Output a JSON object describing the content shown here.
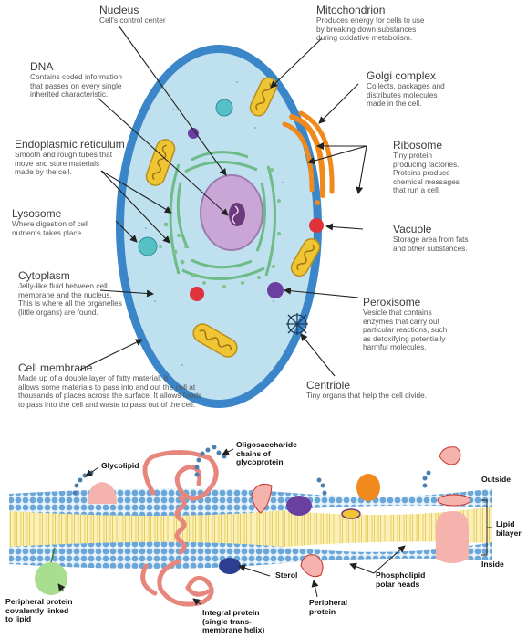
{
  "cell": {
    "nucleus": {
      "title": "Nucleus",
      "desc": "Cell's control center"
    },
    "mitochondrion": {
      "title": "Mitochondrion",
      "desc": "Produces energy for cells to use\nby breaking down substances\nduring oxidative metabolism."
    },
    "dna": {
      "title": "DNA",
      "desc": "Contains coded information\nthat passes on every single\ninherited characteristic."
    },
    "golgi": {
      "title": "Golgi complex",
      "desc": "Collects, packages and\ndistributes molecules\nmade in the cell."
    },
    "er": {
      "title": "Endoplasmic reticulum",
      "desc": "Smooth and rough tubes that\nmove and store materials\nmade by the cell."
    },
    "ribosome": {
      "title": "Ribosome",
      "desc": "Tiny protein\nproducing factories.\nProteins produce\nchemical messages\nthat run a cell."
    },
    "lysosome": {
      "title": "Lysosome",
      "desc": "Where digestion of cell\nnutrients takes place."
    },
    "vacuole": {
      "title": "Vacuole",
      "desc": "Storage area from fats\nand other substances."
    },
    "cytoplasm": {
      "title": "Cytoplasm",
      "desc": "Jelly-like fluid between cell\nmembrane and the nucleus.\nThis is where all the organelles\n(little organs) are found."
    },
    "peroxisome": {
      "title": "Peroxisome",
      "desc": "Vesicle that contains\nenzymes that carry out\nparticular reactions, such\nas detoxifying potentially\nharmful molecules."
    },
    "membrane": {
      "title": "Cell membrane",
      "desc": "Made up of a double layer of fatty material. It\nallows some materials to pass into and out the cell at\nthousands of places across the surface. It allows foods\nto pass into the cell and waste to pass out of the cell."
    },
    "centriole": {
      "title": "Centriole",
      "desc": "Tiny organs that help the cell divide."
    }
  },
  "bilayer": {
    "glycolipid": "Glycolipid",
    "oligosaccharide": "Oligosaccharide\nchains of\nglycoprotein",
    "outside": "Outside",
    "lipid_bilayer": "Lipid\nbilayer",
    "inside": "Inside",
    "peripheral_lipid": "Peripheral protein\ncovalently linked\nto lipid",
    "sterol": "Sterol",
    "phospholipid": "Phospholipid\npolar heads",
    "integral": "Integral protein\n(single trans-\nmembrane helix)",
    "peripheral": "Peripheral\nprotein"
  },
  "colors": {
    "cytoplasm": "#bfe0ee",
    "membrane": "#3a86c8",
    "nucleus": "#c9a6d6",
    "mitochondrion": "#f0c534",
    "golgi": "#f08a1c",
    "vacuole": "#e0323b",
    "lysosome": "#56c1c4",
    "peroxisome": "#6b3fa0",
    "er": "#a6d8a4",
    "heads": "#6aa7d8",
    "tails": "#f5e48a",
    "integral": "#f4b4ad"
  }
}
